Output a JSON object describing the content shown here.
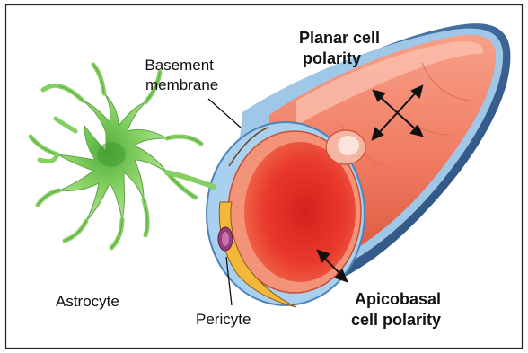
{
  "labels": {
    "basement_membrane": [
      "Basement",
      "membrane"
    ],
    "planar_cell_polarity": [
      "Planar cell",
      "polarity"
    ],
    "astrocyte": "Astrocyte",
    "pericyte": "Pericyte",
    "apicobasal_cell_polarity": [
      "Apicobasal",
      "cell polarity"
    ]
  },
  "colors": {
    "astrocyte": "#8fd36a",
    "vessel_wall": "#f0826a",
    "lumen": "#e8302a",
    "basement_membrane": "#a9d1ef",
    "pericyte": "#f3b83a",
    "outer_shadow": "#2b5a8a"
  }
}
